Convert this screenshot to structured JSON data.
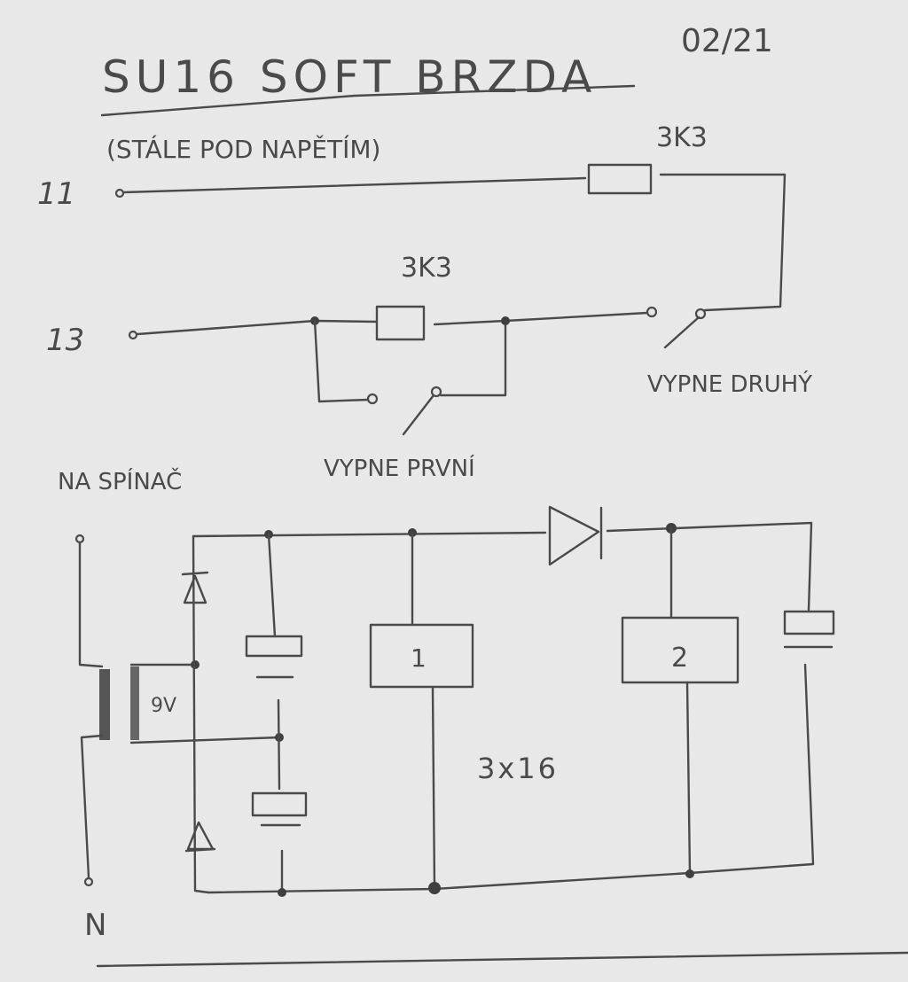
{
  "title": "SU16 SOFT BRZDA",
  "date": "02/21",
  "subtitle": "(STÁLE POD NAPĚTÍM)",
  "upper_circuit": {
    "terminal_11": "11",
    "terminal_13": "13",
    "resistor_top_label": "3K3",
    "resistor_mid_label": "3K3",
    "switch_second_label": "VYPNE DRUHÝ",
    "switch_first_label": "VYPNE PRVNÍ"
  },
  "lower_circuit": {
    "switch_label": "NA SPÍNAČ",
    "transformer_voltage": "9V",
    "relay_1_label": "1",
    "relay_2_label": "2",
    "capacitor_note": "3x16",
    "neutral_label": "N"
  },
  "colors": {
    "paper": "#e6e6e6",
    "pencil": "#4a4a4a"
  }
}
